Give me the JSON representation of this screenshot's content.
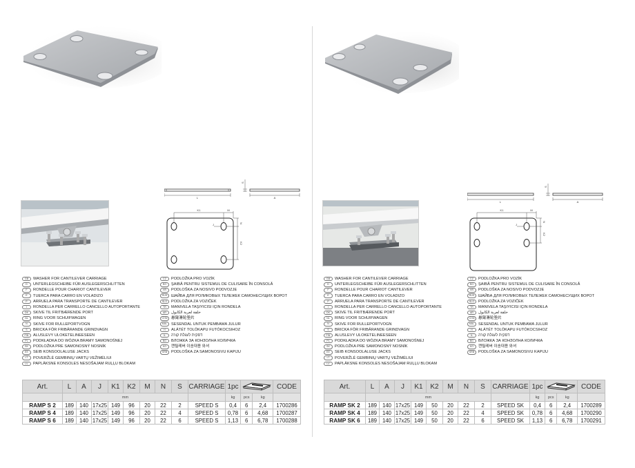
{
  "languages_col1": [
    {
      "code": "GB",
      "text": "WASHER FOR CANTILEVER CARRIAGE"
    },
    {
      "code": "D",
      "text": "UNTERLEGSCHEIBE FÜR AUSLEGERSCHLITTEN"
    },
    {
      "code": "F",
      "text": "RONDELLE POUR CHARIOT CANTILEVER"
    },
    {
      "code": "E",
      "text": "TUERCA PARA CARRO EN VOLADIZO"
    },
    {
      "code": "P",
      "text": "ARRUELA PARA TRANSPORTE DE CANTILEVER"
    },
    {
      "code": "I",
      "text": "RONDELLA PER CARRELLO CANCELLO AUTOPORTANTE"
    },
    {
      "code": "DK",
      "text": "SKIVE TIL FRITBÆRENDE PORT"
    },
    {
      "code": "NL",
      "text": "RING VOOR SCHUIFWAGEN"
    },
    {
      "code": "N",
      "text": "SKIVE FOR RULLEPORTVOGN"
    },
    {
      "code": "S",
      "text": "BRICKA FÖR FRIBÄRANDE GRINDVAGN"
    },
    {
      "code": "FIN",
      "text": "ALUSLEVY ULOKETELINEESEEN"
    },
    {
      "code": "PL",
      "text": "PODKŁADKA DO WÓZKA BRAMY SAMONOŚNEJ"
    },
    {
      "code": "SK",
      "text": "PODLOŽKA PRE SAMONOSNÝ NOSNÍK"
    },
    {
      "code": "EE",
      "text": "SEIB KONSOOLALUSE JACKS"
    },
    {
      "code": "LT",
      "text": "POVERŽLĖ GEMBINIŲ VARTŲ VEŽIMĖLIUI"
    },
    {
      "code": "LV",
      "text": "PAPLĀKSNE KONSOLES NESOŠAJAM RUĻĻU BLOKAM"
    }
  ],
  "languages_col2": [
    {
      "code": "CZ",
      "text": "PODLOŽKA PRO VOZÍK"
    },
    {
      "code": "RO",
      "text": "ŞAIBĂ PENTRU SISTEMUL DE CULISARE ÎN CONSOLĂ"
    },
    {
      "code": "HR",
      "text": "PODLOŠKA ZA NOSIVO PODVOZJE"
    },
    {
      "code": "RUS",
      "text": "ШАЙБА ДЛЯ РОЛИКОВЫХ ТЕЛЕЖЕК САМОНЕСУЩИХ ВОРОТ"
    },
    {
      "code": "SLO",
      "text": "PODLOŽKA ZA VOZIČEK"
    },
    {
      "code": "TR",
      "text": "MANIVELA TAŞIYICISI IÇIN RONDELA"
    },
    {
      "code": "AR",
      "text": "حلقة لعربة الكابول"
    },
    {
      "code": "CHN",
      "text": "悬臂滑轮垫片"
    },
    {
      "code": "MAL",
      "text": "SESENDAL UNTUK PEMBAWA JULUR"
    },
    {
      "code": "H",
      "text": "ALÁTÉT TOLÓKAPU FUTÓKOCSIHOZ"
    },
    {
      "code": "IL",
      "text": "דסקית לעגלת קורה"
    },
    {
      "code": "BG",
      "text": "ВЛОЖКА ЗА КОНЗОЛНА КОЛИЧКА"
    },
    {
      "code": "KO",
      "text": "캔틸레버 이송대용 와셔"
    },
    {
      "code": "SRB",
      "text": "PODLOŠKA ZA SAMONOSIVU KAPIJU"
    }
  ],
  "drawing_labels": {
    "L": "L",
    "A": "A",
    "S": "S",
    "K1": "K1",
    "K2": "K2",
    "M": "M",
    "N": "N",
    "J": "J"
  },
  "tables": {
    "headers": [
      "Art.",
      "L",
      "A",
      "J",
      "K1",
      "K2",
      "M",
      "N",
      "S",
      "CARRIAGE",
      "1pc",
      "",
      "CODE"
    ],
    "units": {
      "mm": "mm",
      "kg1": "kg",
      "pcs": "pcs",
      "kg2": "kg"
    },
    "left": {
      "rows": [
        {
          "art": "RAMP S 2",
          "L": "189",
          "A": "140",
          "J": "17x25",
          "K1": "149",
          "K2": "96",
          "M": "20",
          "N": "22",
          "S": "2",
          "carriage": "SPEED S",
          "pc_kg": "0,4",
          "pcs": "6",
          "pack_kg": "2,4",
          "code": "1700286"
        },
        {
          "art": "RAMP S 4",
          "L": "189",
          "A": "140",
          "J": "17x25",
          "K1": "149",
          "K2": "96",
          "M": "20",
          "N": "22",
          "S": "4",
          "carriage": "SPEED S",
          "pc_kg": "0,78",
          "pcs": "6",
          "pack_kg": "4,68",
          "code": "1700287"
        },
        {
          "art": "RAMP S 6",
          "L": "189",
          "A": "140",
          "J": "17x25",
          "K1": "149",
          "K2": "96",
          "M": "20",
          "N": "22",
          "S": "6",
          "carriage": "SPEED S",
          "pc_kg": "1,13",
          "pcs": "6",
          "pack_kg": "6,78",
          "code": "1700288"
        }
      ]
    },
    "right": {
      "rows": [
        {
          "art": "RAMP SK 2",
          "L": "189",
          "A": "140",
          "J": "17x25",
          "K1": "149",
          "K2": "50",
          "M": "20",
          "N": "22",
          "S": "2",
          "carriage": "SPEED SK",
          "pc_kg": "0,4",
          "pcs": "6",
          "pack_kg": "2,4",
          "code": "1700289"
        },
        {
          "art": "RAMP SK 4",
          "L": "189",
          "A": "140",
          "J": "17x25",
          "K1": "149",
          "K2": "50",
          "M": "20",
          "N": "22",
          "S": "4",
          "carriage": "SPEED SK",
          "pc_kg": "0,78",
          "pcs": "6",
          "pack_kg": "4,68",
          "code": "1700290"
        },
        {
          "art": "RAMP SK 6",
          "L": "189",
          "A": "140",
          "J": "17x25",
          "K1": "149",
          "K2": "50",
          "M": "20",
          "N": "22",
          "S": "6",
          "carriage": "SPEED SK",
          "pc_kg": "1,13",
          "pcs": "6",
          "pack_kg": "6,78",
          "code": "1700291"
        }
      ]
    }
  },
  "colors": {
    "header_bg": "#d9d9d9",
    "units_bg": "#e3e3e3",
    "border": "#bdbdbd",
    "plate_steel": "#b9bcc0"
  }
}
